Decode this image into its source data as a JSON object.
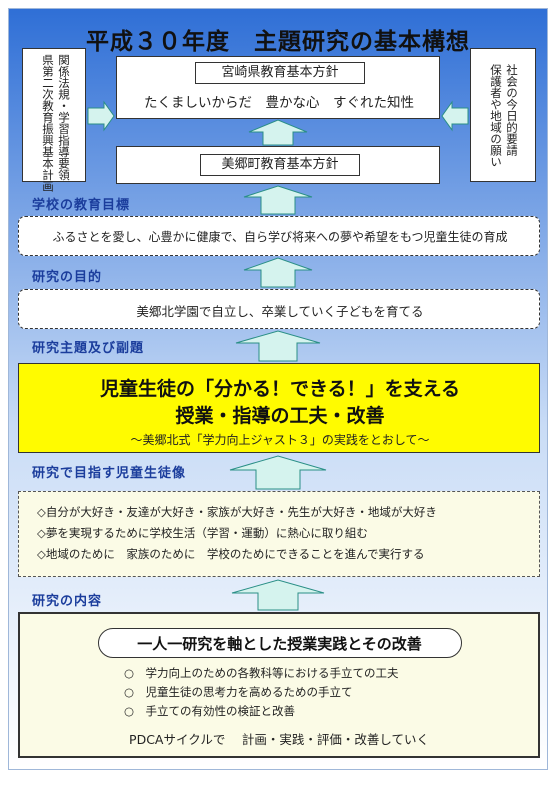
{
  "title": "平成３０年度　主題研究の基本構想",
  "left_box": {
    "lines": [
      "関係法規・学習指導要領",
      "県第二次教育振興基本計画"
    ]
  },
  "right_box": {
    "lines": [
      "社会の今日的要請",
      "保護者や地域の願い"
    ]
  },
  "miyazaki": {
    "label": "宮崎県教育基本方針",
    "subtitle": "たくましいからだ　豊かな心　すぐれた知性"
  },
  "misato": {
    "label": "美郷町教育基本方針"
  },
  "school_goal": {
    "heading": "学校の教育目標",
    "text": "ふるさとを愛し、心豊かに健康で、自ら学び将来への夢や希望をもつ児童生徒の育成"
  },
  "purpose": {
    "heading": "研究の目的",
    "text": "美郷北学園で自立し、卒業していく子どもを育てる"
  },
  "theme": {
    "heading": "研究主題及び副題",
    "line1": "児童生徒の「分かる！できる！」を支える",
    "line2": "授業・指導の工夫・改善",
    "subtitle": "～美郷北式「学力向上ジャスト３」の実践をとおして～"
  },
  "ideal": {
    "heading": "研究で目指す児童生徒像",
    "items": [
      "◇自分が大好き・友達が大好き・家族が大好き・先生が大好き・地域が大好き",
      "◇夢を実現するために学校生活（学習・運動）に熱心に取り組む",
      "◇地域のために　家族のために　学校のためにできることを進んで実行する"
    ]
  },
  "content": {
    "heading": "研究の内容",
    "main": "一人一研究を軸とした授業実践とその改善",
    "items": [
      "○　学力向上のための各教科等における手立ての工夫",
      "○　児童生徒の思考力を高めるための手立て",
      "○　手立ての有効性の検証と改善"
    ],
    "footer": "PDCAサイクルで　 計画・実践・評価・改善していく"
  },
  "colors": {
    "heading": "#1b3d9c",
    "arrow_fill": "#d5f3ee",
    "arrow_stroke": "#2a8f86",
    "yellow": "#fffb00"
  }
}
